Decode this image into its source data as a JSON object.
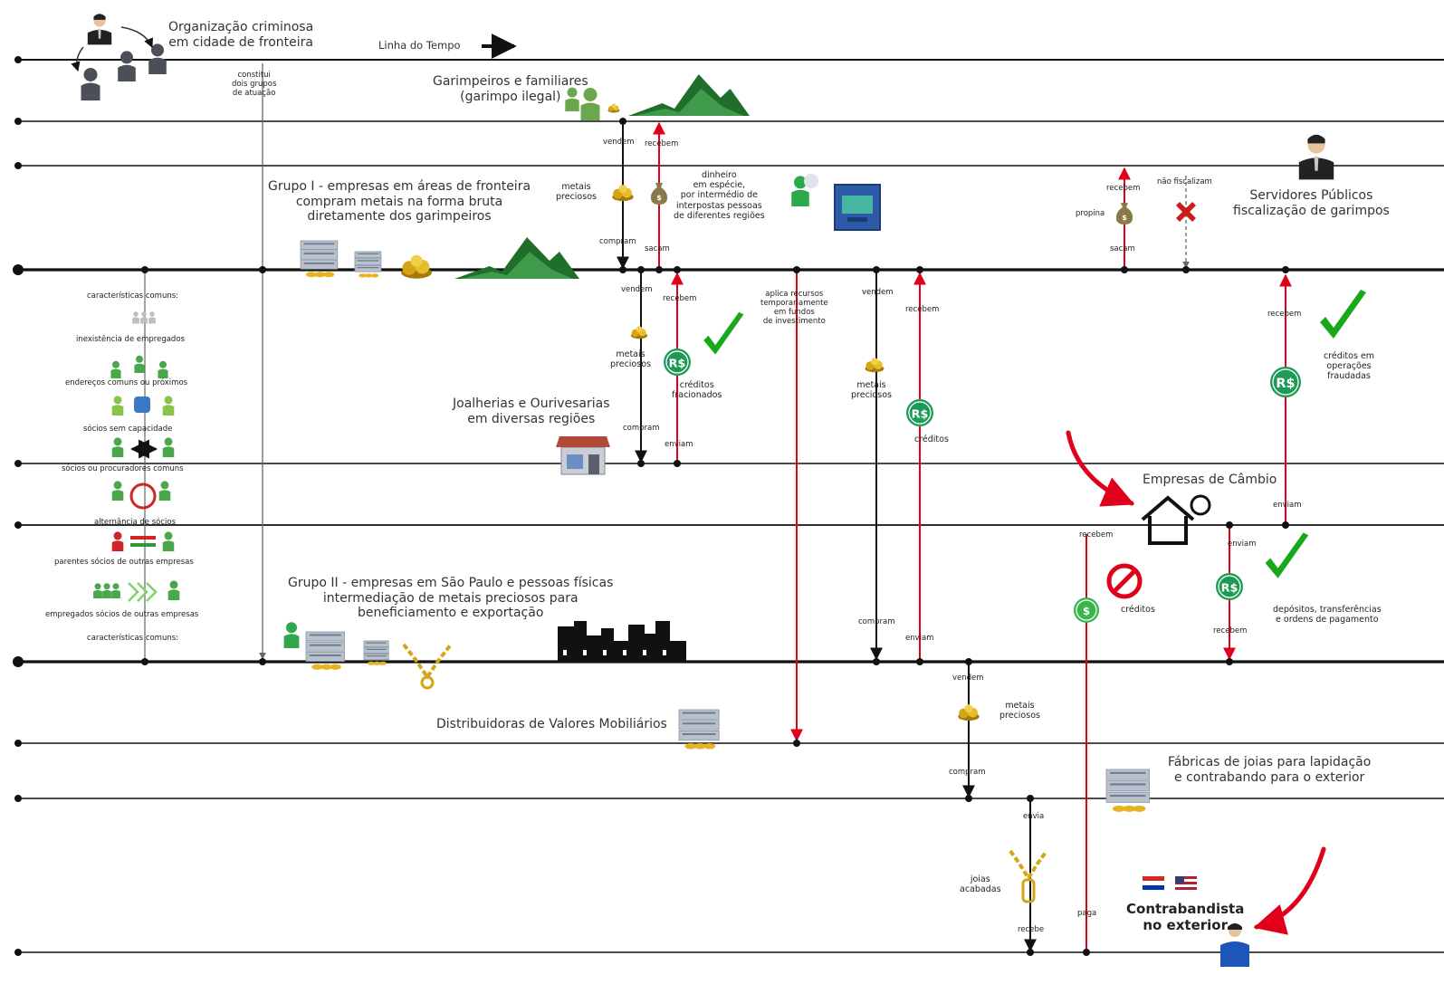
{
  "labels": {
    "criminal_org": [
      "Organização criminosa",
      "em cidade de fronteira"
    ],
    "timeline": "Linha do Tempo",
    "constitui": [
      "constitui",
      "dois grupos",
      "de atuação"
    ],
    "garimpeiros": [
      "Garimpeiros e familiares",
      "(garimpo ilegal)"
    ],
    "grupo1": [
      "Grupo I - empresas em áreas de fronteira",
      "compram metais na forma bruta",
      "diretamente dos garimpeiros"
    ],
    "grupo2": [
      "Grupo II - empresas  em São Paulo e pessoas físicas",
      "intermediação de metais preciosos para",
      "beneficiamento e exportação"
    ],
    "joalherias": [
      "Joalherias e Ourivesarias",
      "em diversas regiões"
    ],
    "distribuidoras": "Distribuidoras de Valores Mobiliários",
    "fabricas": [
      "Fábricas de joias para lapidação",
      "e contrabando para o exterior"
    ],
    "servidores": [
      "Servidores Públicos",
      "fiscalização de garimpos"
    ],
    "cambio": "Empresas de Câmbio",
    "contrabandista": [
      "Contrabandista",
      "no exterior"
    ],
    "dinheiro": [
      "dinheiro",
      "em espécie,",
      "por intermédio de",
      "interpostas pessoas",
      "de diferentes regiões"
    ],
    "aplica": [
      "aplica recursos",
      "temporariamente",
      "em fundos",
      "de investimento"
    ],
    "metais_preciosos": [
      "metais",
      "preciosos"
    ],
    "creditos_fracionados": [
      "créditos",
      "fracionados"
    ],
    "creditos": "créditos",
    "creditos_fraudadas": [
      "créditos em",
      "operações",
      "fraudadas"
    ],
    "depositos": [
      "depósitos, transferências",
      "e ordens de pagamento"
    ],
    "joias_acabadas": [
      "joias",
      "acabadas"
    ],
    "propina": "propina",
    "nao_fiscalizam": "não fiscalizam",
    "vendem": "vendem",
    "recebem": "recebem",
    "compram": "compram",
    "sacam": "sacam",
    "enviam": "enviam",
    "envia": "envia",
    "recebe": "recebe",
    "paga": "paga",
    "characteristics": {
      "top": "características comuns:",
      "bottom": "características comuns:",
      "items": [
        "inexistência de empregados",
        "endereços comuns ou próximos",
        "sócios sem capacidade",
        "sócios ou procuradores comuns",
        "alternância de sócios",
        "parentes sócios de outras empresas",
        "empregados sócios de outras empresas"
      ]
    }
  },
  "symbols": {
    "currency_real": "R$",
    "currency_dollar": "$"
  },
  "colors": {
    "line": "#111111",
    "red_arrow": "#e0001a",
    "green_coin": "#1e9a57",
    "check_green": "#19a819",
    "mountain": "#1f6e2c",
    "gold": "#d4a514",
    "building": "#b9c1cc"
  }
}
